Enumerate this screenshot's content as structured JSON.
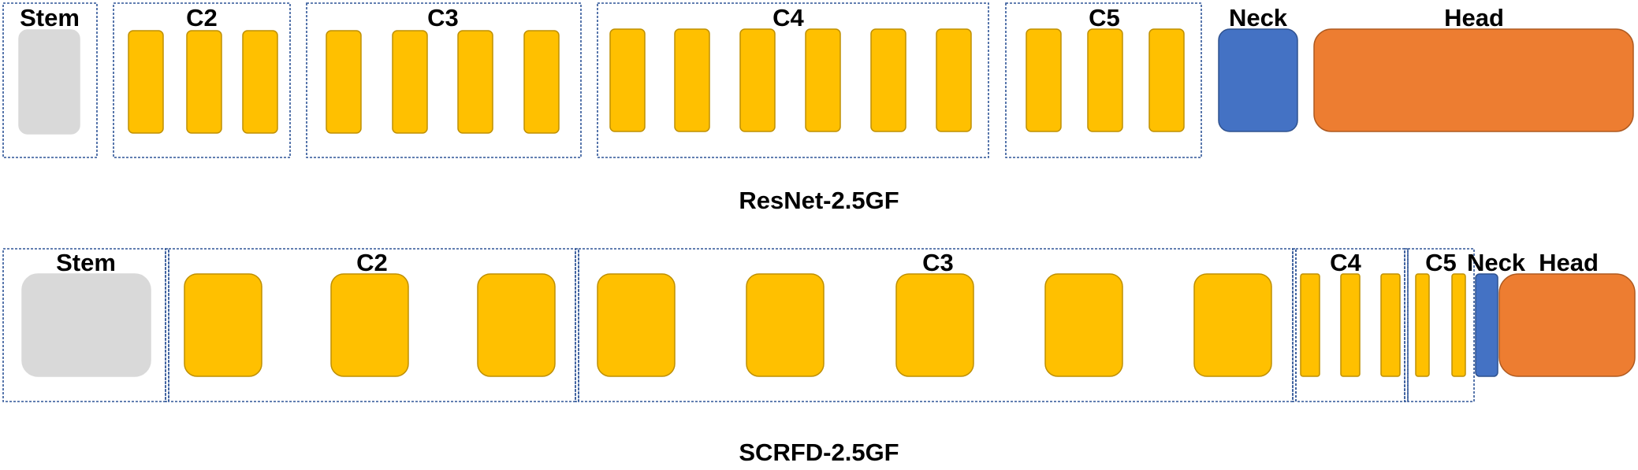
{
  "colors": {
    "stem_fill": "#d9d9d9",
    "block_fill": "#ffc000",
    "block_stroke": "#bf9000",
    "neck_fill": "#4472c4",
    "neck_stroke": "#2f528f",
    "head_fill": "#ed7d31",
    "head_stroke": "#ae5a21",
    "stage_border": "#2f5597"
  },
  "networks": [
    {
      "name": "ResNet-2.5GF",
      "stages": [
        {
          "label": "Stem",
          "blocks": 1
        },
        {
          "label": "C2",
          "blocks": 3
        },
        {
          "label": "C3",
          "blocks": 4
        },
        {
          "label": "C4",
          "blocks": 6
        },
        {
          "label": "C5",
          "blocks": 3
        }
      ],
      "neck_label": "Neck",
      "head_label": "Head"
    },
    {
      "name": "SCRFD-2.5GF",
      "stages": [
        {
          "label": "Stem",
          "blocks": 1
        },
        {
          "label": "C2",
          "blocks": 3
        },
        {
          "label": "C3",
          "blocks": 5
        },
        {
          "label": "C4",
          "blocks": 3
        },
        {
          "label": "C5",
          "blocks": 2
        }
      ],
      "neck_label": "Neck",
      "head_label": "Head"
    }
  ]
}
